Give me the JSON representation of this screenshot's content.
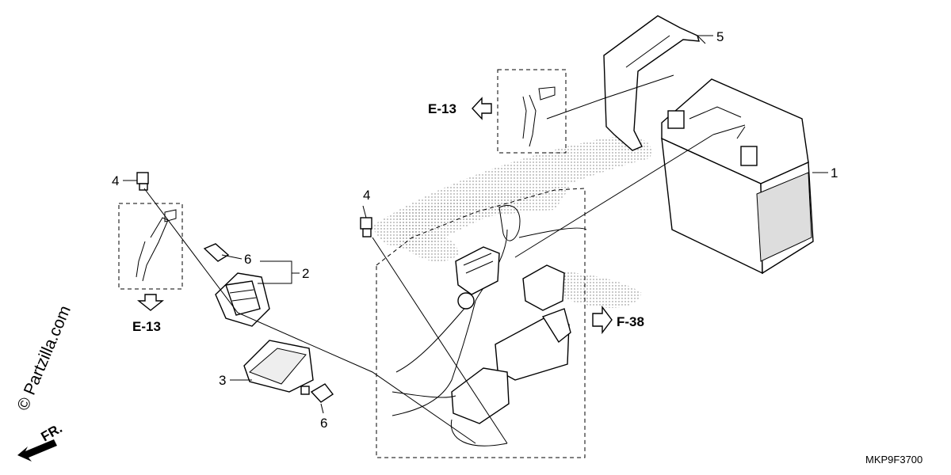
{
  "diagram": {
    "drawing_code": "MKP9F3700",
    "watermark": "© Partzilla.com",
    "direction_label": "FR.",
    "callouts": [
      {
        "id": "c1",
        "label": "1"
      },
      {
        "id": "c2",
        "label": "2"
      },
      {
        "id": "c3",
        "label": "3"
      },
      {
        "id": "c4a",
        "label": "4"
      },
      {
        "id": "c4b",
        "label": "4"
      },
      {
        "id": "c5",
        "label": "5"
      },
      {
        "id": "c6a",
        "label": "6"
      },
      {
        "id": "c6b",
        "label": "6"
      }
    ],
    "references": [
      {
        "id": "r1",
        "label": "E-13"
      },
      {
        "id": "r2",
        "label": "E-13"
      },
      {
        "id": "r3",
        "label": "F-38"
      }
    ]
  }
}
